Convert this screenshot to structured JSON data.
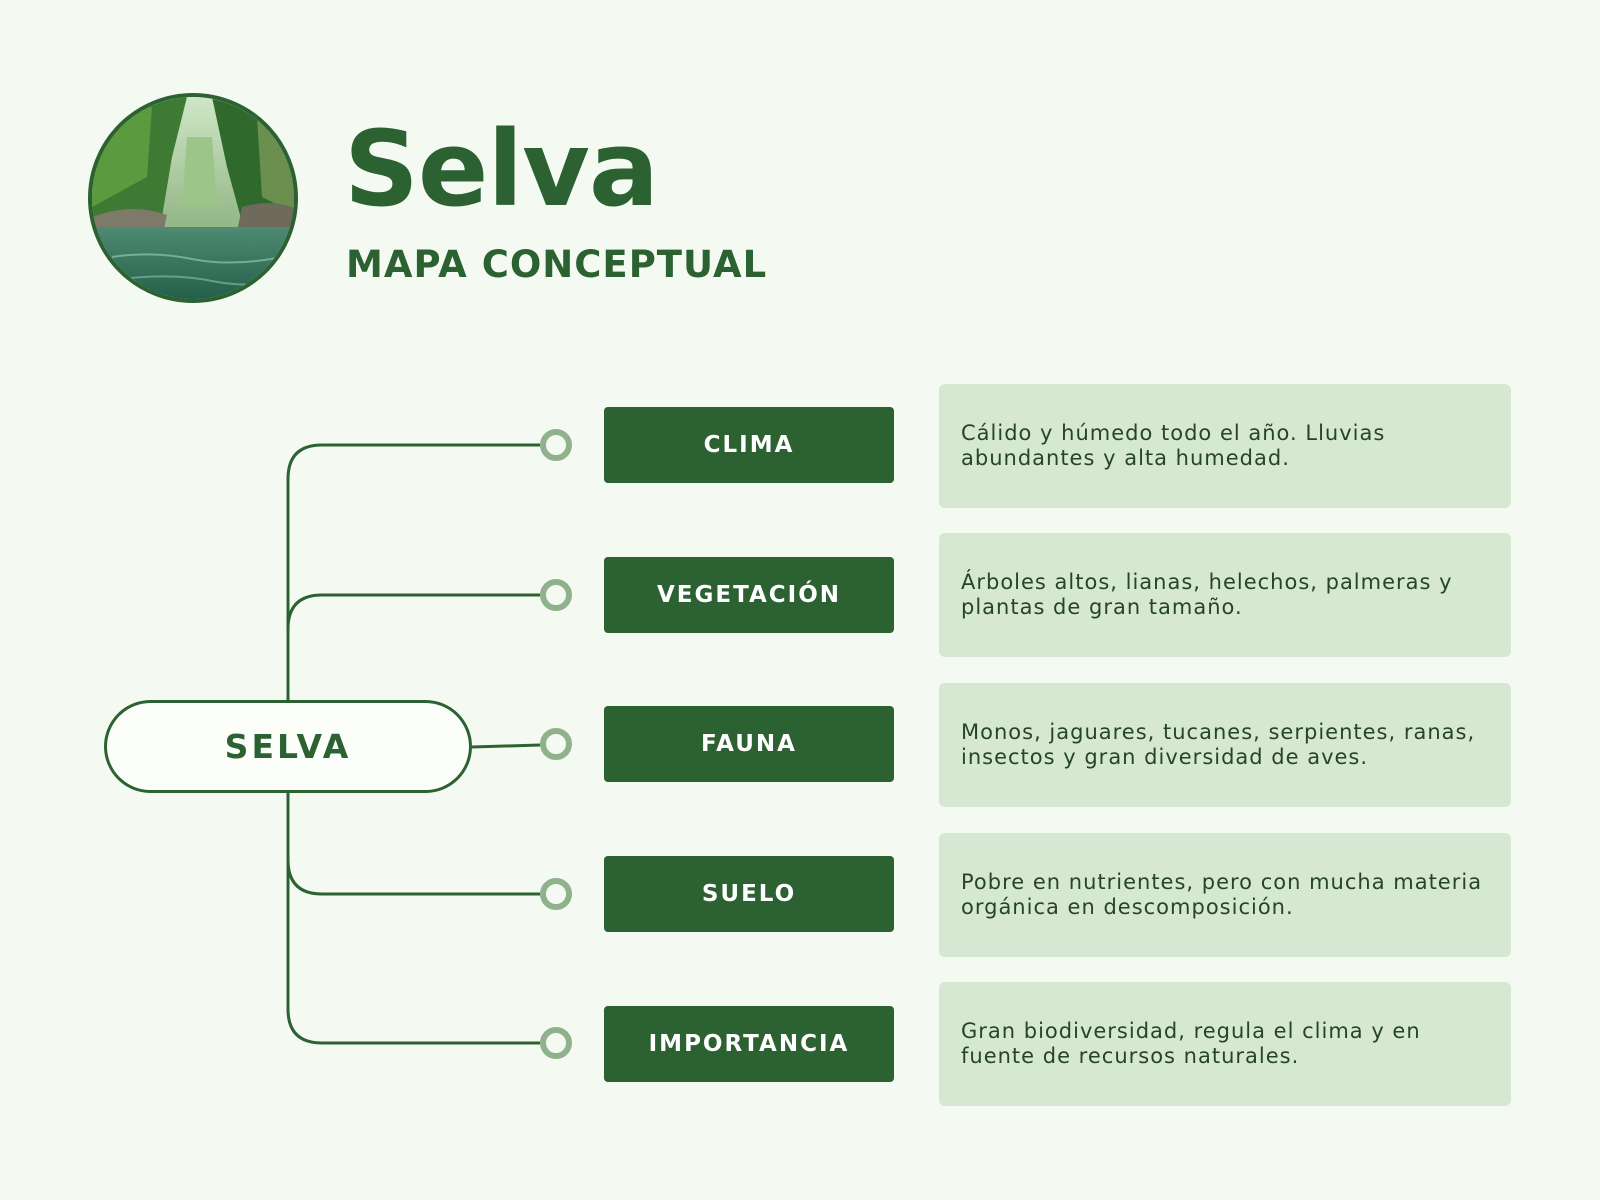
{
  "header": {
    "title": "Selva",
    "subtitle": "MAPA CONCEPTUAL"
  },
  "root": {
    "label": "SELVA"
  },
  "branches": [
    {
      "label": "CLIMA",
      "description": "Cálido y húmedo todo el año. Lluvias abundantes y alta humedad."
    },
    {
      "label": "VEGETACIÓN",
      "description": "Árboles altos, lianas, helechos, palmeras y plantas de gran tamaño."
    },
    {
      "label": "FAUNA",
      "description": "Monos, jaguares, tucanes, serpientes, ranas, insectos y gran diversidad de aves."
    },
    {
      "label": "SUELO",
      "description": "Pobre en nutrientes, pero con mucha materia orgánica en descomposición."
    },
    {
      "label": "IMPORTANCIA",
      "description": "Gran biodiversidad, regula el clima y en fuente de recursos naturales."
    }
  ],
  "colors": {
    "background": "#f4faf1",
    "primary_green": "#2c6131",
    "connector_ring": "#8fb18b",
    "description_box": "#d7e8d2"
  }
}
